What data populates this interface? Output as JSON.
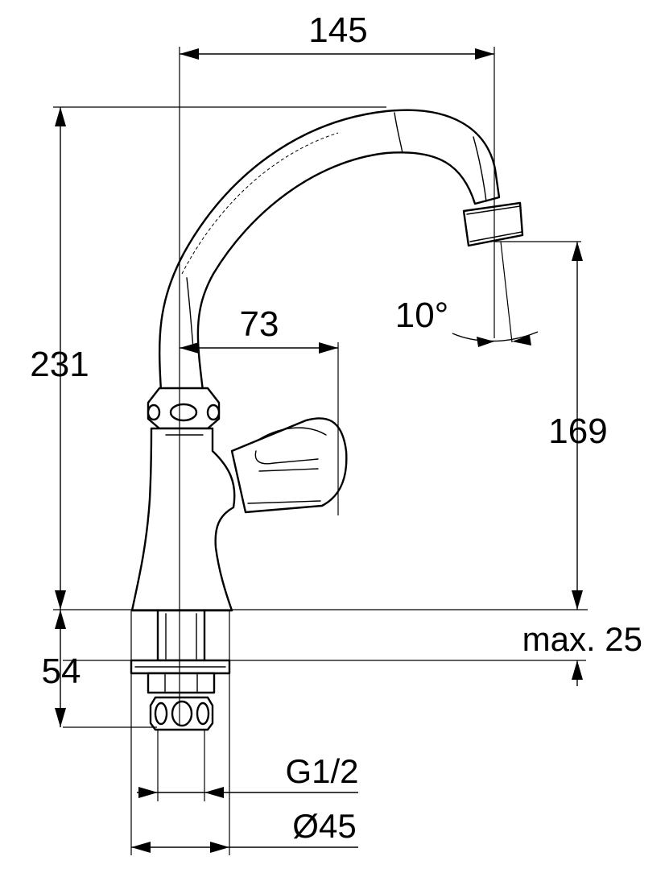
{
  "colors": {
    "line": "#000000",
    "background": "#ffffff"
  },
  "dimensions": {
    "spout_reach": "145",
    "total_height": "231",
    "handle_reach": "73",
    "spout_angle": "10°",
    "outlet_height": "169",
    "max_thickness": "max. 25",
    "shank_length": "54",
    "thread": "G1/2",
    "base_diameter": "Ø45"
  }
}
